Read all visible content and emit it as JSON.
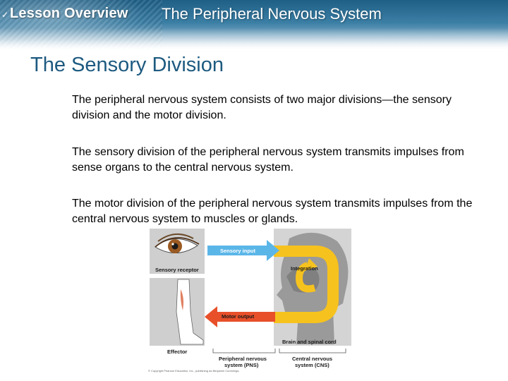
{
  "header": {
    "lesson_label": "Lesson Overview",
    "section_title": "The Peripheral Nervous System"
  },
  "page": {
    "heading": "The Sensory Division"
  },
  "content": {
    "paragraphs": [
      "The peripheral nervous system consists of two major divisions—the sensory division and the motor division.",
      "The sensory division of the peripheral nervous system transmits impulses from sense organs to the central nervous system.",
      "The motor division of the peripheral nervous system transmits impulses from the central nervous system to muscles or glands."
    ]
  },
  "diagram": {
    "sensory_input": "Sensory input",
    "sensory_receptor": "Sensory receptor",
    "integration": "Integration",
    "motor_output": "Motor output",
    "brain_spinal_cord": "Brain and spinal cord",
    "effector": "Effector",
    "pns_line1": "Peripheral nervous",
    "pns_line2": "system (PNS)",
    "cns_line1": "Central nervous",
    "cns_line2": "system (CNS)",
    "credit": "© Copyright Pearson Education, Inc., publishing as Benjamin Cummings.",
    "colors": {
      "arrow_blue": "#5bb6e8",
      "arrow_red": "#e8502a",
      "arrow_yellow": "#f6c21e",
      "panel_gray": "#d4d4d4",
      "head_gray": "#9a9a9a"
    }
  },
  "colors": {
    "banner": "#2a6c93",
    "heading": "#1d5a80"
  }
}
